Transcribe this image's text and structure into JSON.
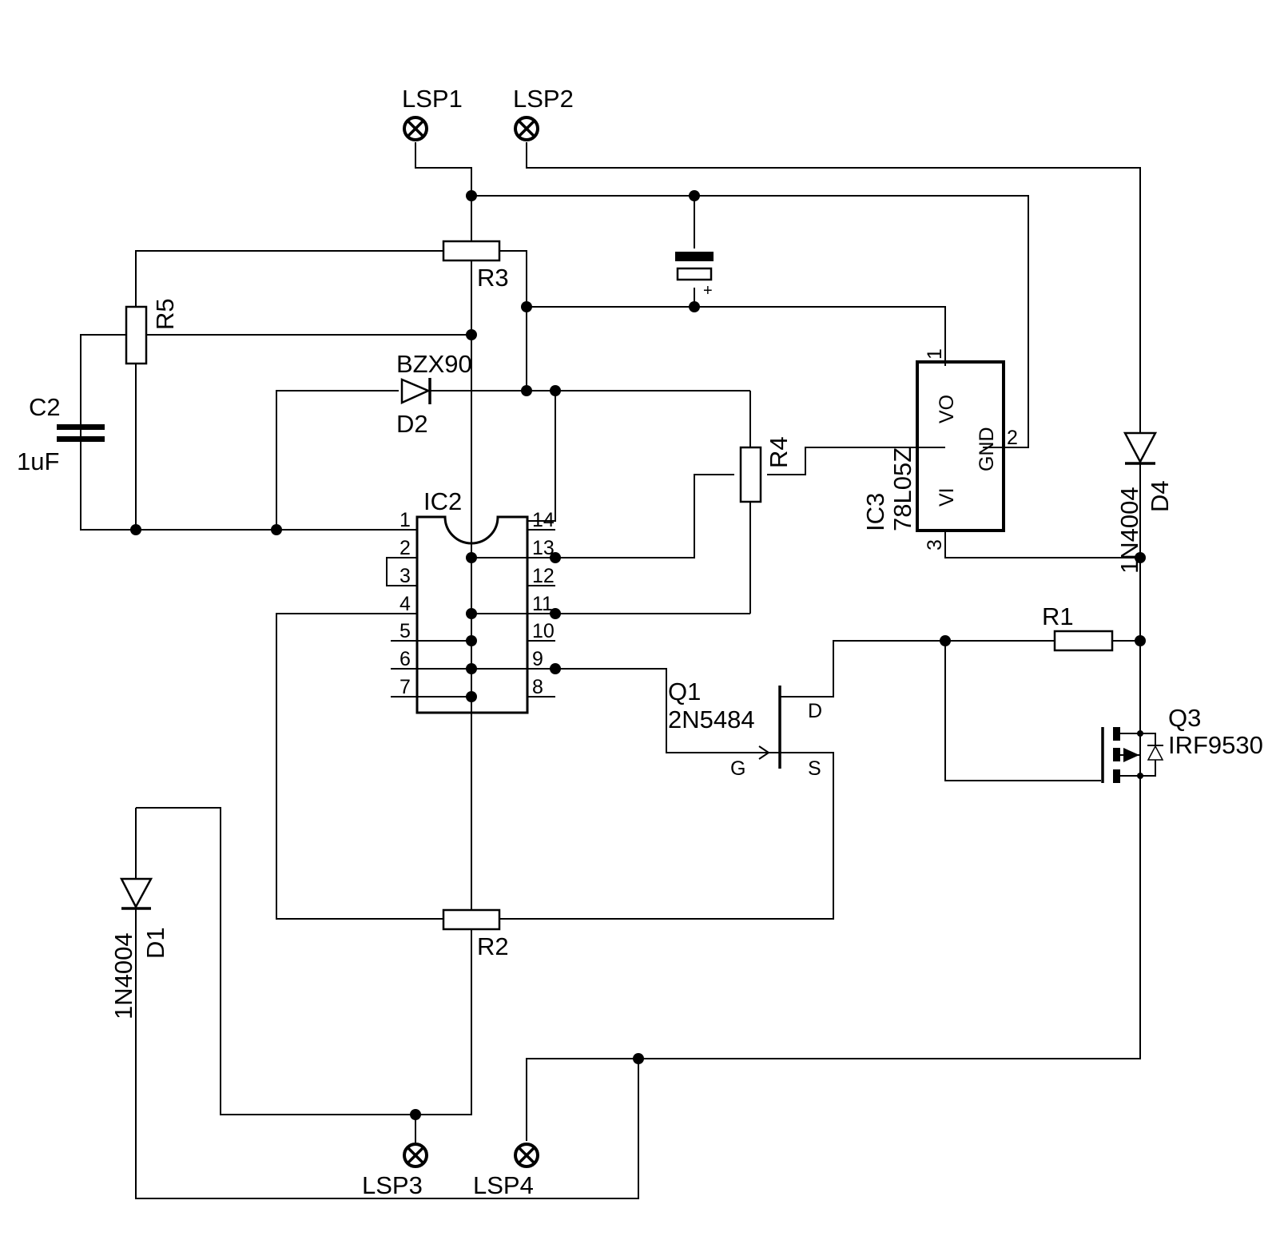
{
  "connectors": {
    "lsp1": "LSP1",
    "lsp2": "LSP2",
    "lsp3": "LSP3",
    "lsp4": "LSP4"
  },
  "resistors": {
    "r1": "R1",
    "r2": "R2",
    "r3": "R3",
    "r4": "R4",
    "r5": "R5"
  },
  "c2": {
    "name": "C2",
    "value": "1uF"
  },
  "c1_polarity": "+",
  "d1": {
    "name": "D1",
    "value": "1N4004"
  },
  "d2": {
    "name": "D2",
    "value": "BZX90"
  },
  "d4": {
    "name": "D4",
    "value": "1N4004"
  },
  "ic2": {
    "name": "IC2",
    "pins_left": [
      "1",
      "2",
      "3",
      "4",
      "5",
      "6",
      "7"
    ],
    "pins_right": [
      "14",
      "13",
      "12",
      "11",
      "10",
      "9",
      "8"
    ]
  },
  "ic3": {
    "name": "IC3",
    "value": "78L05Z",
    "pin_vo": "VO",
    "pin_gnd": "GND",
    "pin_vi": "VI",
    "pin_1": "1",
    "pin_2": "2",
    "pin_3": "3"
  },
  "q1": {
    "name": "Q1",
    "value": "2N5484",
    "pin_d": "D",
    "pin_s": "S",
    "pin_g": "G"
  },
  "q3": {
    "name": "Q3",
    "value": "IRF9530"
  }
}
